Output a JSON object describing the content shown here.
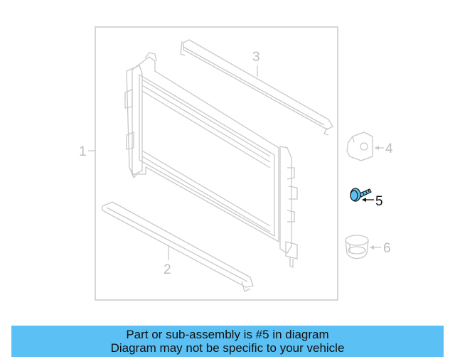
{
  "diagram": {
    "callouts": [
      {
        "label": "1"
      },
      {
        "label": "2"
      },
      {
        "label": "3"
      },
      {
        "label": "4"
      },
      {
        "label": "5"
      },
      {
        "label": "6"
      }
    ],
    "highlighted_part": "5",
    "colors": {
      "linework": "#c8c8c8",
      "highlight_fill": "#5bc0f3",
      "highlight_stroke": "#1a1a1a",
      "callout_inactive": "#bdbdbd",
      "callout_active": "#111111"
    }
  },
  "banner": {
    "line1": "Part or sub-assembly is #5 in diagram",
    "line2": "Diagram may not be specific to your vehicle",
    "background": "#5bc0f3"
  }
}
